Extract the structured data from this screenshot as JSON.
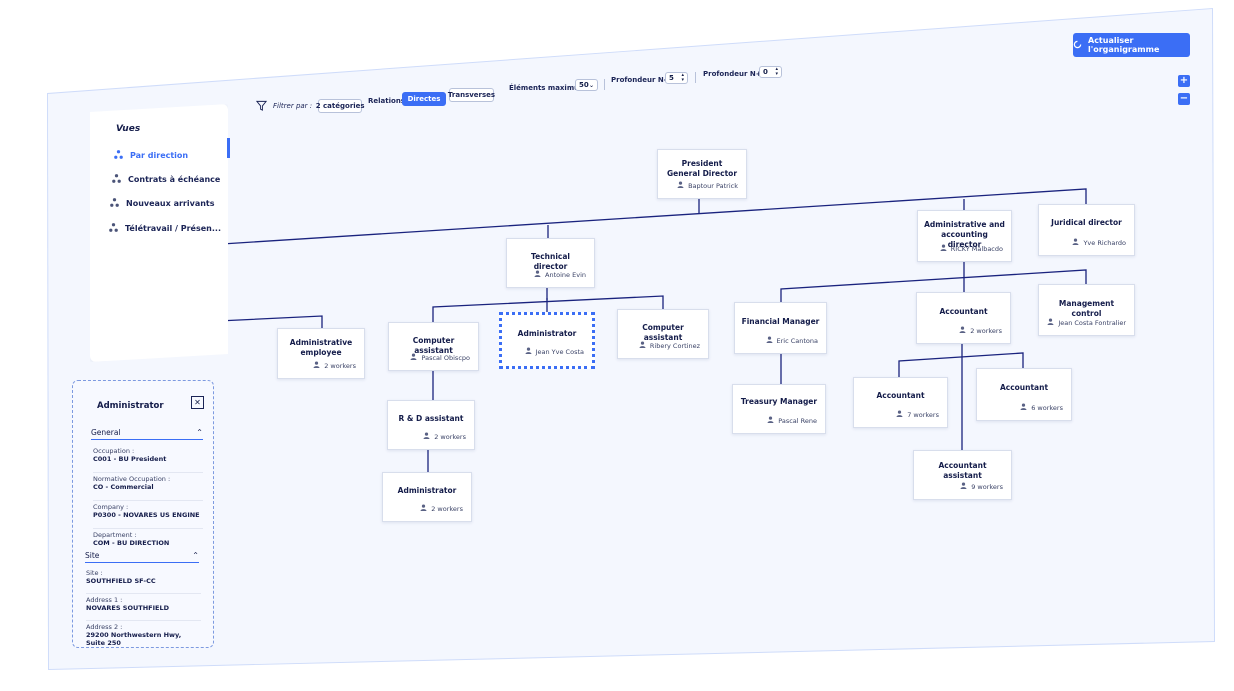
{
  "toolbar": {
    "refresh_label": "Actualiser l'organigramme",
    "filter_label": "Filtrer par :",
    "filter_value": "2 catégories",
    "relations_label": "Relations",
    "relation_direct": "Directes",
    "relation_transverse": "Transverses",
    "max_items_label": "Éléments maximum",
    "max_items_value": "50",
    "depth_n_minus_label": "Profondeur N-1",
    "depth_n_minus_value": "5",
    "depth_n_plus_label": "Profondeur N+1",
    "depth_n_plus_value": "0",
    "zoom_in": "+",
    "zoom_out": "−"
  },
  "sidebar": {
    "title": "Vues",
    "items": [
      {
        "label": "Par direction"
      },
      {
        "label": "Contrats à échéance"
      },
      {
        "label": "Nouveaux arrivants"
      },
      {
        "label": "Télétravail / Présen..."
      }
    ]
  },
  "details": {
    "title": "Administrator",
    "close": "✕",
    "general": {
      "heading": "General",
      "fields": [
        {
          "label": "Occupation :",
          "value": "C001 - BU President"
        },
        {
          "label": "Normative Occupation :",
          "value": "CO - Commercial"
        },
        {
          "label": "Company :",
          "value": "P0300 - NOVARES US ENGINE"
        },
        {
          "label": "Department :",
          "value": "COM - BU DIRECTION"
        }
      ]
    },
    "site": {
      "heading": "Site",
      "fields": [
        {
          "label": "Site :",
          "value": "SOUTHFIELD SF-CC"
        },
        {
          "label": "Address 1 :",
          "value": "NOVARES SOUTHFIELD"
        },
        {
          "label": "Address 2 :",
          "value": "29200 Northwestern Hwy, Suite 250"
        }
      ]
    }
  },
  "org": {
    "nodes": [
      {
        "title": "President General Director",
        "sub": "Baptour Patrick"
      },
      {
        "title": "Technical director",
        "sub": "Antoine Evin"
      },
      {
        "title": "Administrative and accounting director",
        "sub": "RICKY Malbacdo"
      },
      {
        "title": "Juridical director",
        "sub": "Yve Richardo"
      },
      {
        "title": "Administrative employee",
        "sub": "2 workers"
      },
      {
        "title": "Computer assistant",
        "sub": "Pascal Obiscpo"
      },
      {
        "title": "Administrator",
        "sub": "Jean Yve Costa"
      },
      {
        "title": "Computer assistant",
        "sub": "Ribery Cortinez"
      },
      {
        "title": "R & D assistant",
        "sub": "2 workers"
      },
      {
        "title": "Administrator",
        "sub": "2 workers"
      },
      {
        "title": "Financial Manager",
        "sub": "Eric Cantona"
      },
      {
        "title": "Accountant",
        "sub": "2 workers"
      },
      {
        "title": "Management control",
        "sub": "Jean Costa Fontralier"
      },
      {
        "title": "Treasury Manager",
        "sub": "Pascal Rene"
      },
      {
        "title": "Accountant",
        "sub": "7 workers"
      },
      {
        "title": "Accountant",
        "sub": "6 workers"
      },
      {
        "title": "Accountant assistant",
        "sub": "9 workers"
      }
    ]
  },
  "colors": {
    "accent": "#3b6ef5",
    "connector": "#1a237e",
    "background": "#f4f7fe"
  }
}
